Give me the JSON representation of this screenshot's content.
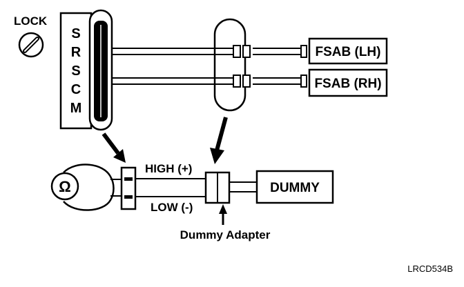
{
  "diagram": {
    "lock_label": "LOCK",
    "module_letters": [
      "S",
      "R",
      "S",
      "C",
      "M"
    ],
    "fsab_lh": "FSAB (LH)",
    "fsab_rh": "FSAB (RH)",
    "high_label": "HIGH (+)",
    "low_label": "LOW (-)",
    "dummy_label": "DUMMY",
    "ohm_symbol": "Ω",
    "adapter_label": "Dummy Adapter",
    "code": "LRCD534B"
  }
}
